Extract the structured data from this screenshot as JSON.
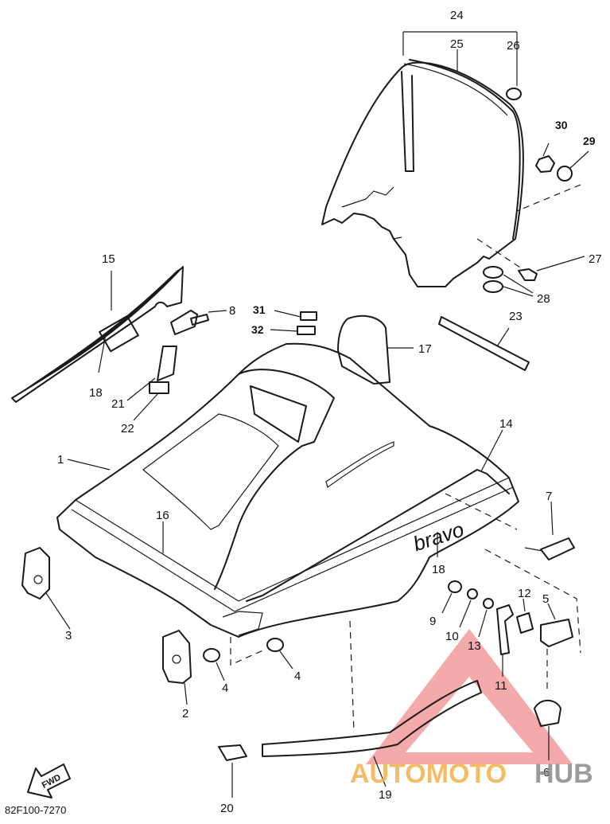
{
  "diagram": {
    "part_labels": {
      "p1": "1",
      "p2": "2",
      "p3": "3",
      "p4a": "4",
      "p4b": "4",
      "p5": "5",
      "p6": "6",
      "p7": "7",
      "p8": "8",
      "p9": "9",
      "p10": "10",
      "p11": "11",
      "p12": "12",
      "p13": "13",
      "p14": "14",
      "p15": "15",
      "p16": "16",
      "p17": "17",
      "p18a": "18",
      "p18b": "18",
      "p19": "19",
      "p20": "20",
      "p21": "21",
      "p22": "22",
      "p23": "23",
      "p24": "24",
      "p25": "25",
      "p26": "26",
      "p27": "27",
      "p28": "28",
      "p29": "29",
      "p30": "30",
      "p31": "31",
      "p32": "32"
    },
    "decal_text": "bravo",
    "fwd_text": "FWD",
    "drawing_code": "82F100-7270"
  },
  "watermark": {
    "part1": "AUTOMOTO",
    "part2": "HUB",
    "colors": {
      "triangle": "#e8474a",
      "part1": "#f2b24c",
      "part2": "#8a8a8a"
    }
  }
}
